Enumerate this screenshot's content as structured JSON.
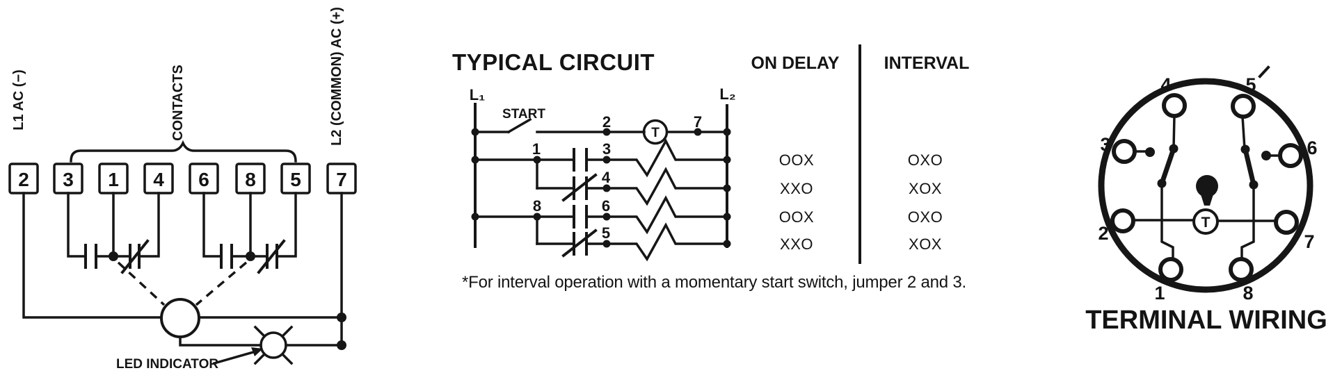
{
  "colors": {
    "ink": "#161616",
    "background": "#ffffff"
  },
  "left_diagram": {
    "l1_label": "L1 AC (−)",
    "contacts_label": "CONTACTS",
    "l2_label": "L2 (COMMON) AC (+)",
    "terminals": [
      "2",
      "3",
      "1",
      "4",
      "6",
      "8",
      "5",
      "7"
    ],
    "led_label": "LED INDICATOR"
  },
  "typical_circuit": {
    "title": "TYPICAL CIRCUIT",
    "left_rail": "L₁",
    "right_rail": "L₂",
    "start_label": "START",
    "timer_letter": "T",
    "nodes": {
      "n1": "1",
      "n2": "2",
      "n3": "3",
      "n4": "4",
      "n5": "5",
      "n6": "6",
      "n7": "7",
      "n8": "8"
    },
    "footnote": "*For interval operation with a momentary start switch, jumper 2 and 3."
  },
  "mode_table": {
    "col_on_delay": "ON DELAY",
    "col_interval": "INTERVAL",
    "rows": [
      [
        "OOX",
        "OXO"
      ],
      [
        "XXO",
        "XOX"
      ],
      [
        "OOX",
        "OXO"
      ],
      [
        "XXO",
        "XOX"
      ]
    ]
  },
  "terminal_wiring": {
    "title": "TERMINAL WIRING",
    "timer_letter": "T",
    "labels": {
      "t1": "1",
      "t2": "2",
      "t3": "3",
      "t4": "4",
      "t5": "5",
      "t6": "6",
      "t7": "7",
      "t8": "8"
    }
  }
}
